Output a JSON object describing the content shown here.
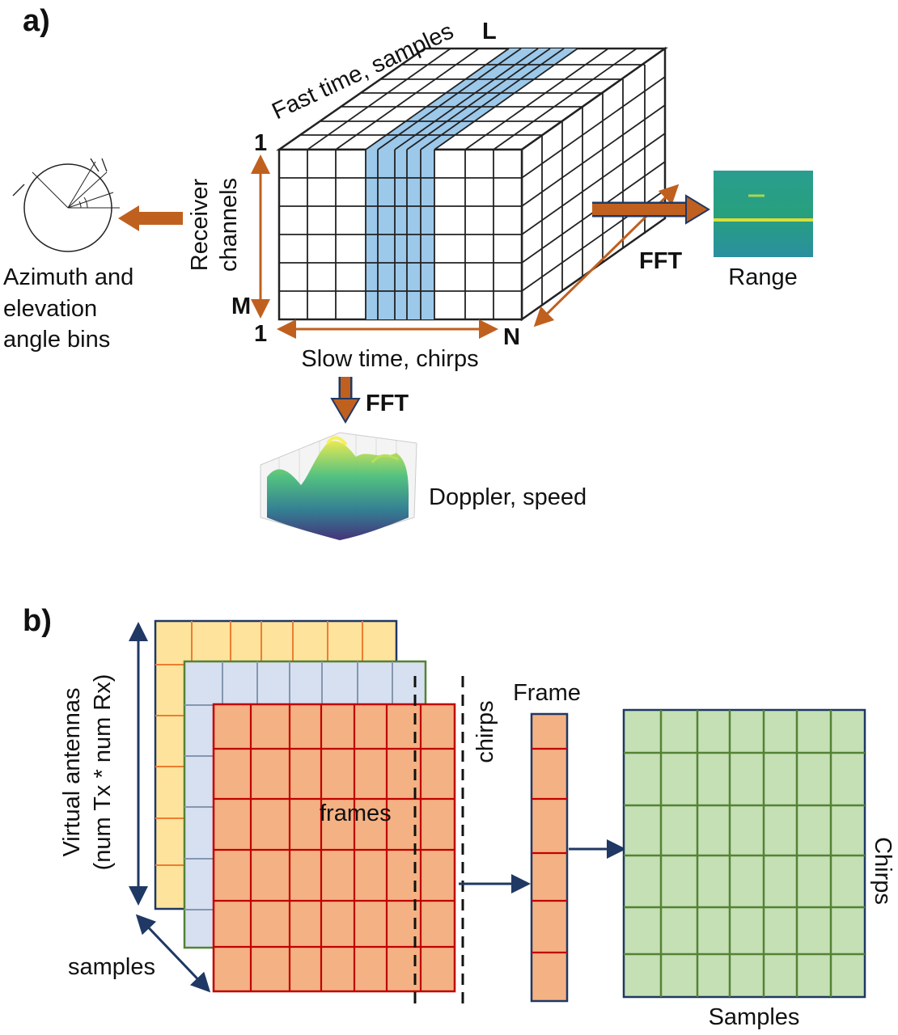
{
  "panel_a": {
    "label": "a)",
    "cube": {
      "fast_time": "Fast time, samples",
      "corner_L": "L",
      "corner_1_top": "1",
      "corner_M": "M",
      "corner_1_bottom": "1",
      "corner_N": "N",
      "receiver_line1": "Receiver",
      "receiver_line2": "channels",
      "slow_time": "Slow time, chirps"
    },
    "angle": {
      "line1": "Azimuth and",
      "line2": "elevation",
      "line3": "angle bins"
    },
    "range": {
      "fft": "FFT",
      "label": "Range"
    },
    "doppler": {
      "fft": "FFT",
      "label": "Doppler, speed"
    }
  },
  "panel_b": {
    "label": "b)",
    "virtual_line1": "Virtual antennas",
    "virtual_line2": "(num Tx * num Rx)",
    "samples_axis": "samples",
    "frames": "frames",
    "chirps": "chirps",
    "frame": "Frame",
    "chirps_axis": "Chirps",
    "samples_bottom": "Samples"
  },
  "colors": {
    "arrow_orange": "#c0601f",
    "highlight_blue": "#9cc8ea",
    "navy": "#1f3864",
    "frame_yellow": "#fde39b",
    "frame_blue": "#d6e0f0",
    "frame_red_fill": "#f4b183",
    "grid_red": "#c00000",
    "matrix_green": "#c5e0b4",
    "grid_green": "#548235"
  }
}
